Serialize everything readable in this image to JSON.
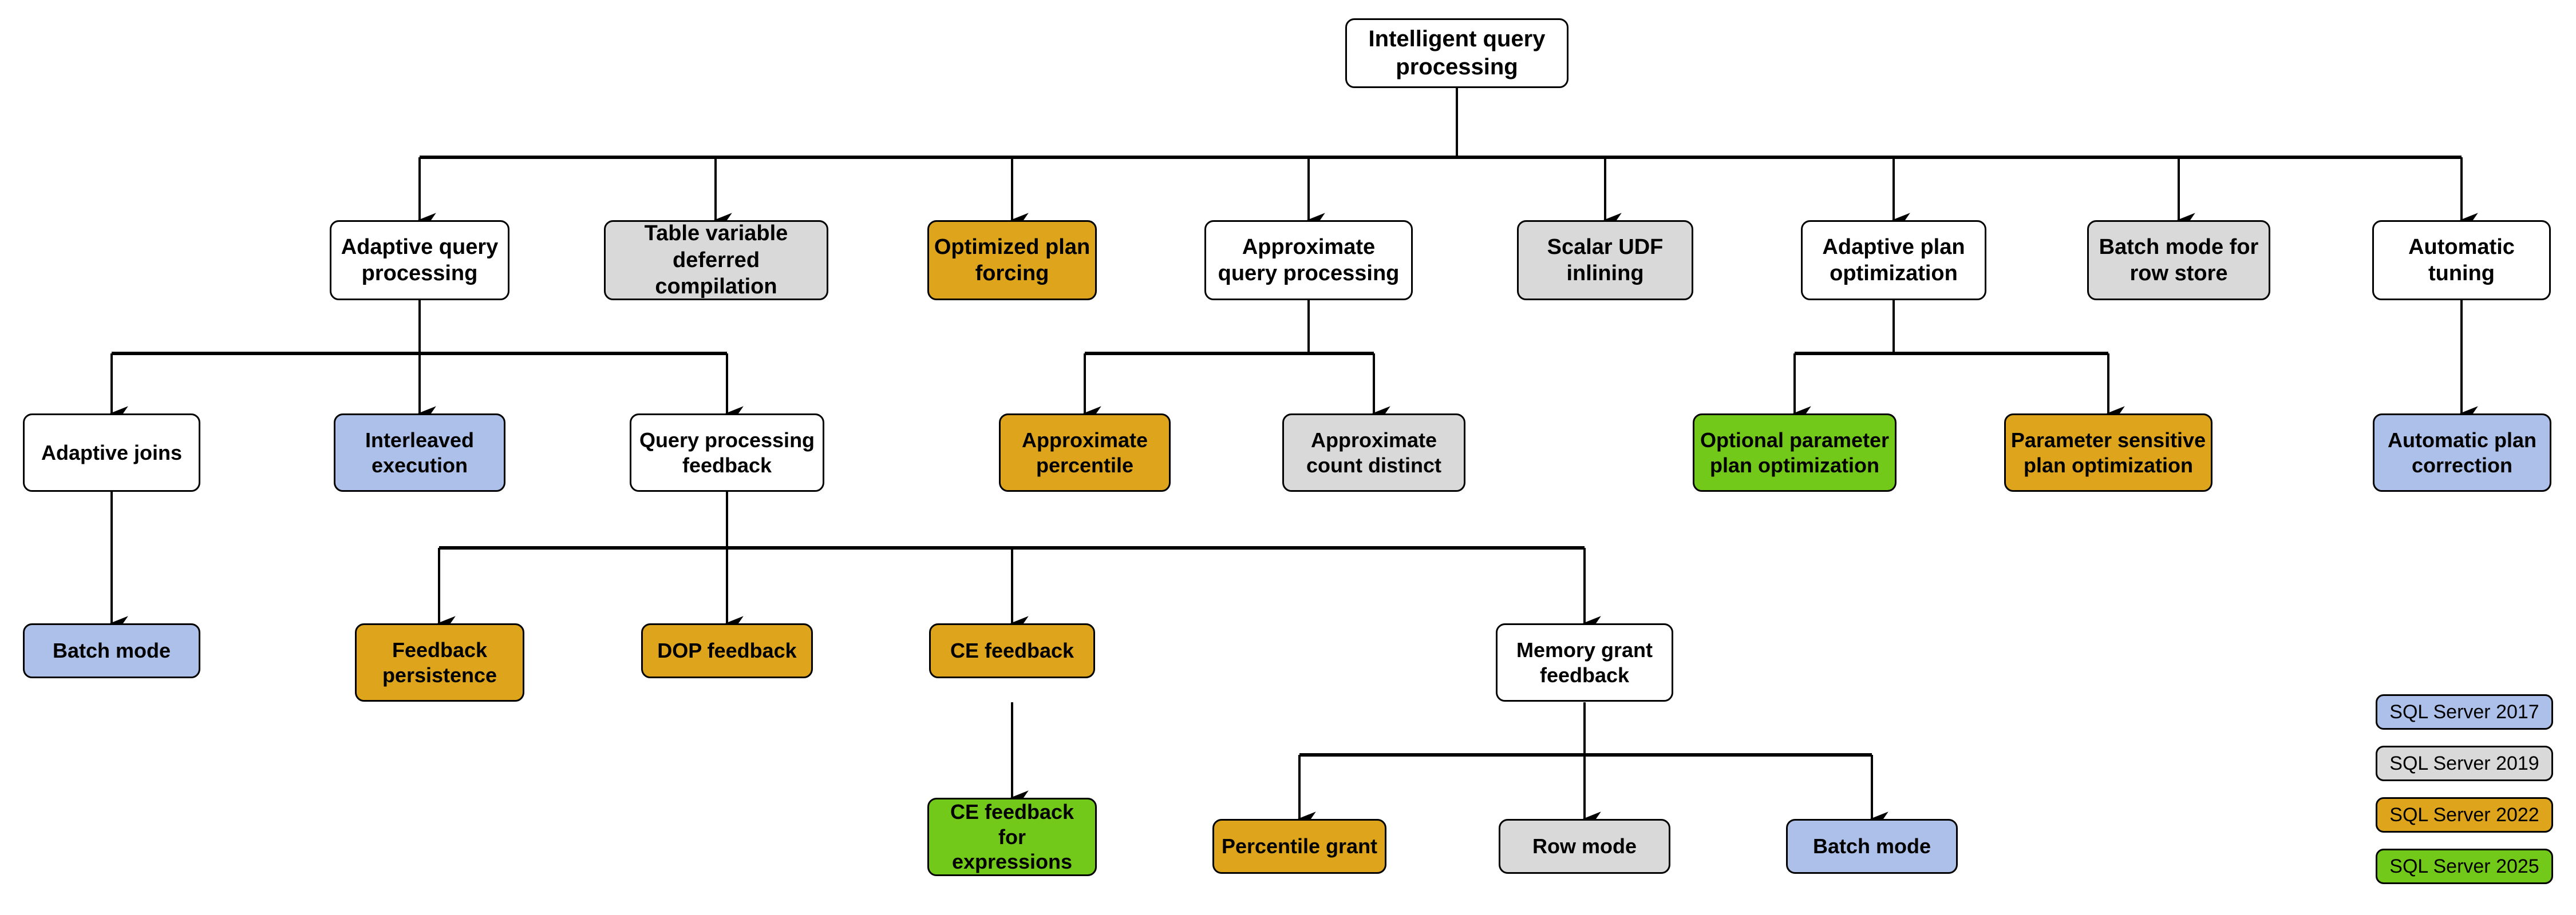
{
  "diagram": {
    "title": "Intelligent query processing",
    "legend": {
      "items": [
        {
          "label": "SQL Server 2017",
          "color": "#adc0ea",
          "fill": "blue"
        },
        {
          "label": "SQL Server 2019",
          "color": "#d9d9d9",
          "fill": "gray"
        },
        {
          "label": "SQL Server 2022",
          "color": "#dda41c",
          "fill": "orange"
        },
        {
          "label": "SQL Server 2025",
          "color": "#73c91a",
          "fill": "green"
        }
      ]
    },
    "nodes": {
      "root": {
        "label": "Intelligent query\nprocessing",
        "fill": "white"
      },
      "adaptive_query_processing": {
        "label": "Adaptive query\nprocessing",
        "fill": "white"
      },
      "table_variable_deferred_compilation": {
        "label": "Table variable\ndeferred compilation",
        "fill": "gray"
      },
      "optimized_plan_forcing": {
        "label": "Optimized plan\nforcing",
        "fill": "orange"
      },
      "approximate_query_processing": {
        "label": "Approximate\nquery processing",
        "fill": "white"
      },
      "scalar_udf_inlining": {
        "label": "Scalar UDF\ninlining",
        "fill": "gray"
      },
      "adaptive_plan_optimization": {
        "label": "Adaptive plan\noptimization",
        "fill": "white"
      },
      "batch_mode_for_row_store": {
        "label": "Batch mode for\nrow store",
        "fill": "gray"
      },
      "automatic_tuning": {
        "label": "Automatic\ntuning",
        "fill": "white"
      },
      "adaptive_joins": {
        "label": "Adaptive joins",
        "fill": "white"
      },
      "interleaved_execution": {
        "label": "Interleaved\nexecution",
        "fill": "blue"
      },
      "query_processing_feedback": {
        "label": "Query processing\nfeedback",
        "fill": "white"
      },
      "approximate_percentile": {
        "label": "Approximate\npercentile",
        "fill": "orange"
      },
      "approximate_count_distinct": {
        "label": "Approximate\ncount distinct",
        "fill": "gray"
      },
      "optional_parameter_plan_optimization": {
        "label": "Optional parameter\nplan optimization",
        "fill": "green"
      },
      "parameter_sensitive_plan_optimization": {
        "label": "Parameter sensitive\nplan optimization",
        "fill": "orange"
      },
      "automatic_plan_correction": {
        "label": "Automatic plan\ncorrection",
        "fill": "blue"
      },
      "batch_mode_adaptive_joins": {
        "label": "Batch mode",
        "fill": "blue"
      },
      "feedback_persistence": {
        "label": "Feedback\npersistence",
        "fill": "orange"
      },
      "dop_feedback": {
        "label": "DOP feedback",
        "fill": "orange"
      },
      "ce_feedback": {
        "label": "CE feedback",
        "fill": "orange"
      },
      "memory_grant_feedback": {
        "label": "Memory grant\nfeedback",
        "fill": "white"
      },
      "ce_feedback_for_expressions": {
        "label": "CE feedback for\nexpressions",
        "fill": "green"
      },
      "percentile_grant": {
        "label": "Percentile grant",
        "fill": "orange"
      },
      "row_mode": {
        "label": "Row mode",
        "fill": "gray"
      },
      "batch_mode_memory_grant": {
        "label": "Batch mode",
        "fill": "blue"
      }
    }
  }
}
